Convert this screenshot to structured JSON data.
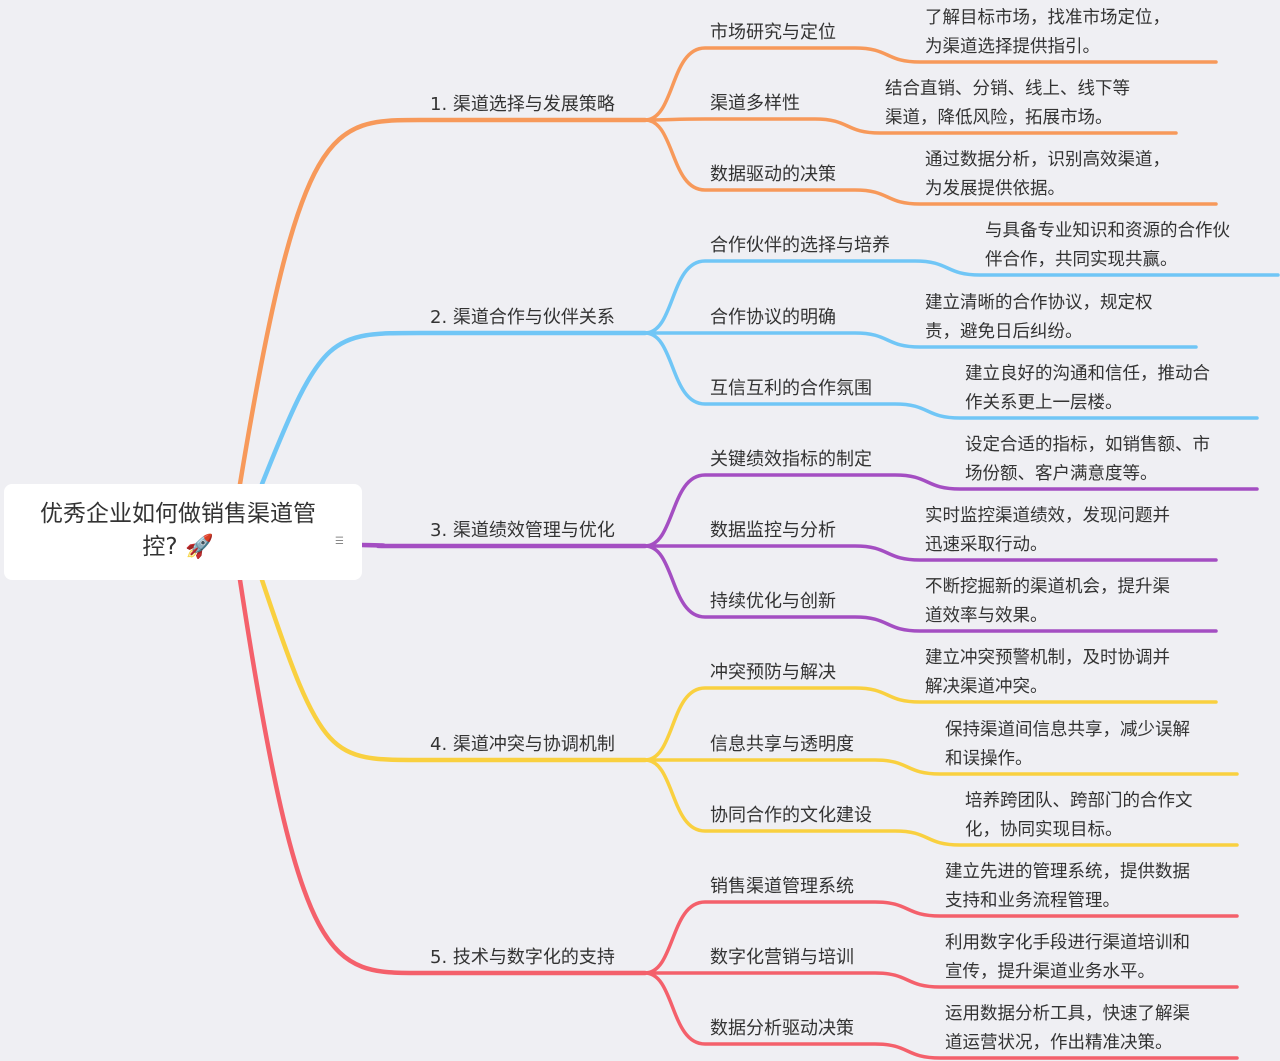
{
  "root": {
    "title": "优秀企业如何做销售渠道管控?",
    "emoji": "🚀",
    "note_icon": "note-icon"
  },
  "colors": [
    "#f7995a",
    "#70c6f6",
    "#a44ec2",
    "#f9d03f",
    "#f4606b"
  ],
  "branches": [
    {
      "label": "1. 渠道选择与发展策略",
      "children": [
        {
          "label": "市场研究与定位",
          "detail": [
            "了解目标市场，找准市场定位，",
            "为渠道选择提供指引。"
          ]
        },
        {
          "label": "渠道多样性",
          "detail": [
            "结合直销、分销、线上、线下等",
            "渠道，降低风险，拓展市场。"
          ]
        },
        {
          "label": "数据驱动的决策",
          "detail": [
            "通过数据分析，识别高效渠道，",
            "为发展提供依据。"
          ]
        }
      ]
    },
    {
      "label": "2. 渠道合作与伙伴关系",
      "children": [
        {
          "label": "合作伙伴的选择与培养",
          "detail": [
            "与具备专业知识和资源的合作伙",
            "伴合作，共同实现共赢。"
          ]
        },
        {
          "label": "合作协议的明确",
          "detail": [
            "建立清晰的合作协议，规定权",
            "责，避免日后纠纷。"
          ]
        },
        {
          "label": "互信互利的合作氛围",
          "detail": [
            "建立良好的沟通和信任，推动合",
            "作关系更上一层楼。"
          ]
        }
      ]
    },
    {
      "label": "3. 渠道绩效管理与优化",
      "children": [
        {
          "label": "关键绩效指标的制定",
          "detail": [
            "设定合适的指标，如销售额、市",
            "场份额、客户满意度等。"
          ]
        },
        {
          "label": "数据监控与分析",
          "detail": [
            "实时监控渠道绩效，发现问题并",
            "迅速采取行动。"
          ]
        },
        {
          "label": "持续优化与创新",
          "detail": [
            "不断挖掘新的渠道机会，提升渠",
            "道效率与效果。"
          ]
        }
      ]
    },
    {
      "label": "4. 渠道冲突与协调机制",
      "children": [
        {
          "label": "冲突预防与解决",
          "detail": [
            "建立冲突预警机制，及时协调并",
            "解决渠道冲突。"
          ]
        },
        {
          "label": "信息共享与透明度",
          "detail": [
            "保持渠道间信息共享，减少误解",
            "和误操作。"
          ]
        },
        {
          "label": "协同合作的文化建设",
          "detail": [
            "培养跨团队、跨部门的合作文",
            "化，协同实现目标。"
          ]
        }
      ]
    },
    {
      "label": "5. 技术与数字化的支持",
      "children": [
        {
          "label": "销售渠道管理系统",
          "detail": [
            "建立先进的管理系统，提供数据",
            "支持和业务流程管理。"
          ]
        },
        {
          "label": "数字化营销与培训",
          "detail": [
            "利用数字化手段进行渠道培训和",
            "宣传，提升渠道业务水平。"
          ]
        },
        {
          "label": "数据分析驱动决策",
          "detail": [
            "运用数据分析工具，快速了解渠",
            "道运营状况，作出精准决策。"
          ]
        }
      ]
    }
  ]
}
